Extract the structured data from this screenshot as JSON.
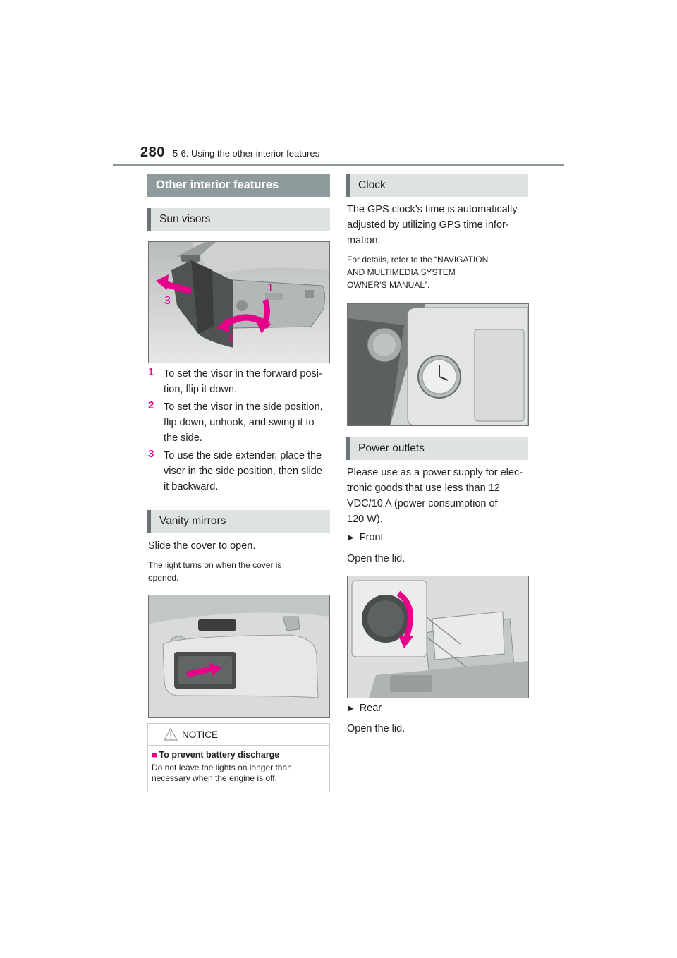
{
  "header": {
    "page_number": "280",
    "chapter": "5-6. Using the other interior features"
  },
  "left": {
    "main_heading": "Other interior features",
    "sun_visors": {
      "heading": "Sun visors",
      "figure_callouts": [
        "1",
        "2",
        "3"
      ],
      "steps": [
        {
          "num": "1",
          "text_lines": [
            "To set the visor in the forward posi-",
            "tion, flip it down."
          ]
        },
        {
          "num": "2",
          "text_lines": [
            "To set the visor in the side position,",
            "flip down, unhook, and swing it to",
            "the side."
          ]
        },
        {
          "num": "3",
          "text_lines": [
            "To use the side extender, place the",
            "visor in the side position, then slide",
            "it backward."
          ]
        }
      ]
    },
    "vanity_mirrors": {
      "heading": "Vanity mirrors",
      "text": "Slide the cover to open.",
      "note_lines": [
        "The light turns on when the cover is",
        "opened."
      ]
    },
    "notice": {
      "title": "NOTICE",
      "subheading": "To prevent battery discharge",
      "body_lines": [
        "Do not leave the lights on longer than",
        "necessary when the engine is off."
      ]
    }
  },
  "right": {
    "clock": {
      "heading": "Clock",
      "text_lines": [
        "The GPS clock’s time is automatically",
        "adjusted by utilizing GPS time infor-",
        "mation."
      ],
      "note_lines": [
        "For details, refer to the “NAVIGATION",
        "AND MULTIMEDIA SYSTEM",
        "OWNER’S MANUAL”."
      ]
    },
    "power_outlets": {
      "heading": "Power outlets",
      "text_lines": [
        "Please use as a power supply for elec-",
        "tronic goods that use less than 12",
        "VDC/10 A (power consumption of",
        "120 W)."
      ],
      "front_label": "Front",
      "front_text": "Open the lid.",
      "rear_label": "Rear",
      "rear_text": "Open the lid."
    }
  },
  "colors": {
    "accent": "#e6008a",
    "heading_bar": "#8e9a9c",
    "subheading_bar": "#dfe2e3"
  }
}
